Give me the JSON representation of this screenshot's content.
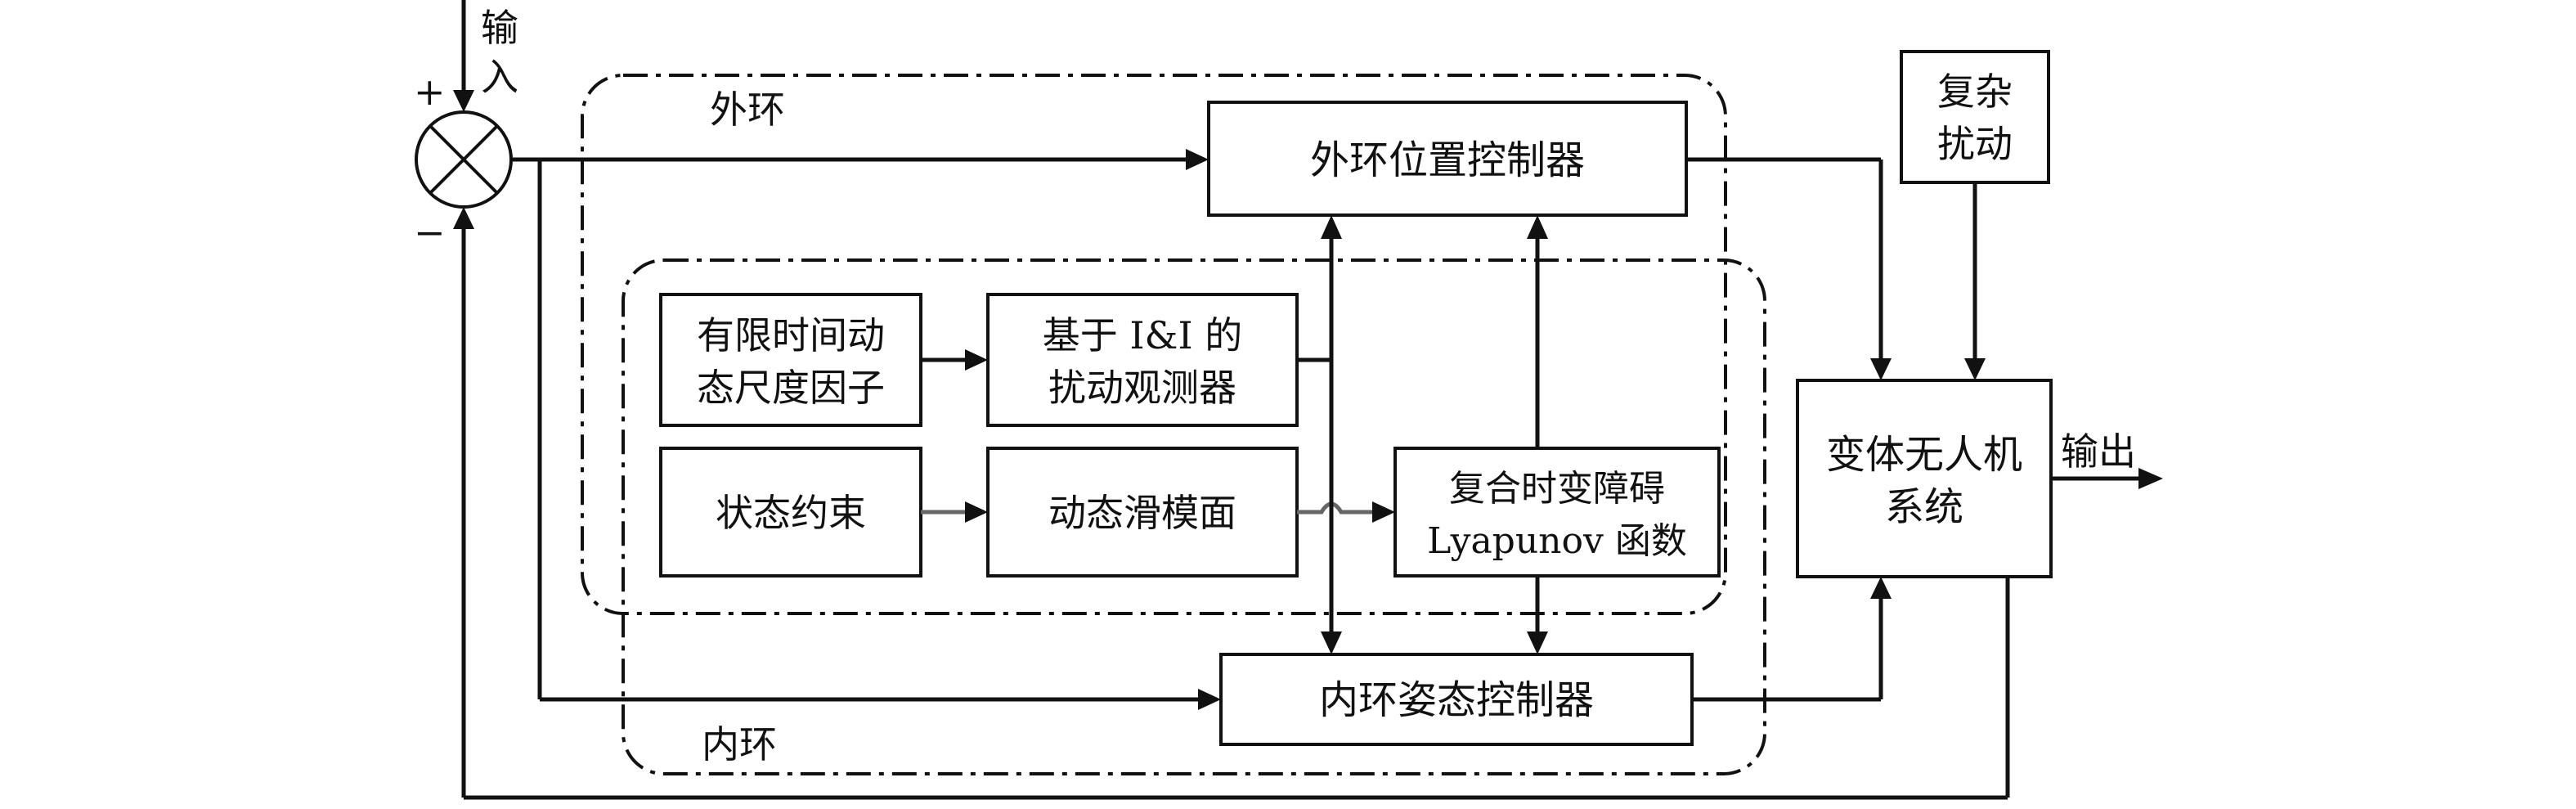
{
  "labels": {
    "input_line1": "输",
    "input_line2": "入",
    "plus": "+",
    "minus": "−",
    "outer_loop": "外环",
    "inner_loop": "内环",
    "output": "输出"
  },
  "blocks": {
    "outer_controller": [
      "外环位置控制器"
    ],
    "inner_controller": [
      "内环姿态控制器"
    ],
    "finite_time_scale": [
      "有限时间动",
      "态尺度因子"
    ],
    "ii_observer": [
      "基于 I&I 的",
      "扰动观测器"
    ],
    "state_constraint": [
      "状态约束"
    ],
    "sliding_surface": [
      "动态滑模面"
    ],
    "barrier_lyapunov": [
      "复合时变障碍",
      "Lyapunov 函数"
    ],
    "uav_system": [
      "变体无人机",
      "系统"
    ],
    "disturbance": [
      "复杂",
      "扰动"
    ]
  }
}
